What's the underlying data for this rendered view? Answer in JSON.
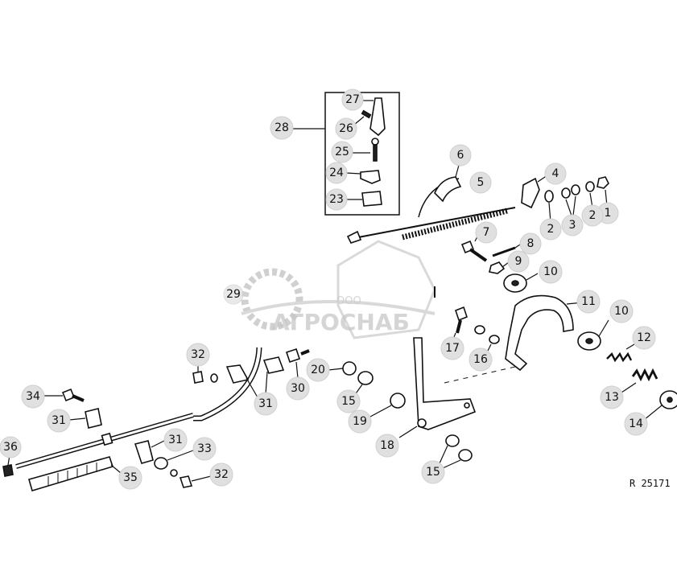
{
  "drawing_ref": "R 25171",
  "watermark": {
    "prefix": "ООО",
    "name": "АГРОСНАБ"
  },
  "callouts": {
    "c1": "1",
    "c2a": "2",
    "c2b": "2",
    "c3": "3",
    "c4": "4",
    "c5": "5",
    "c6": "6",
    "c7": "7",
    "c8": "8",
    "c9": "9",
    "c10a": "10",
    "c10b": "10",
    "c11": "11",
    "c12": "12",
    "c13": "13",
    "c14": "14",
    "c15a": "15",
    "c15b": "15",
    "c16": "16",
    "c17": "17",
    "c18": "18",
    "c19": "19",
    "c20": "20",
    "c23": "23",
    "c24": "24",
    "c25": "25",
    "c26": "26",
    "c27": "27",
    "c28": "28",
    "c29": "29",
    "c30": "30",
    "c31a": "31",
    "c31b": "31",
    "c31c": "31",
    "c32a": "32",
    "c32b": "32",
    "c33": "33",
    "c34": "34",
    "c35": "35",
    "c36": "36"
  }
}
